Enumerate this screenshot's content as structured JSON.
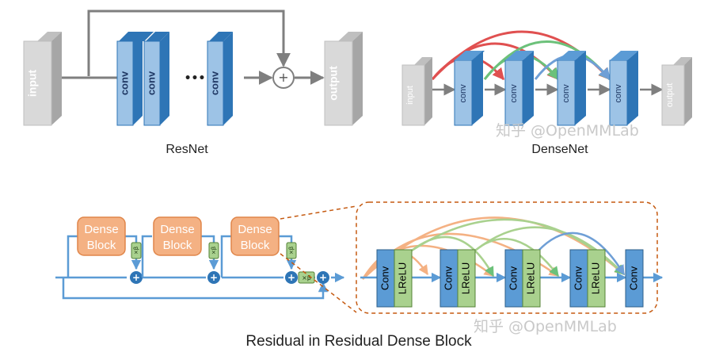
{
  "resnet": {
    "caption": "ResNet",
    "input_label": "input",
    "output_label": "output",
    "conv_label": "conv",
    "ellipsis": "•••",
    "plus": "+"
  },
  "densenet": {
    "caption": "DenseNet",
    "input_label": "input",
    "output_label": "output",
    "conv_label": "conv"
  },
  "rrdb": {
    "caption": "Residual in Residual Dense Block",
    "dense_line1": "Dense",
    "dense_line2": "Block",
    "scale_label": "×β",
    "conv_label": "Conv",
    "lrelu_label": "LReLU",
    "plus": "+"
  },
  "watermark": "知乎 @OpenMMLab",
  "colors": {
    "conv_blue": "#9dc3e6",
    "conv_blue_side": "#2e75b6",
    "gray_block": "#d9d9d9",
    "lrelu_green": "#a9d18e",
    "dense_orange": "#f4b183",
    "arrow_blue": "#5b9bd5",
    "arc_red": "#e05050",
    "arc_green": "#6cc17a",
    "arc_blue": "#6f9fd6",
    "arc_orange": "#f4b183",
    "dashed_border": "#c55a11"
  }
}
